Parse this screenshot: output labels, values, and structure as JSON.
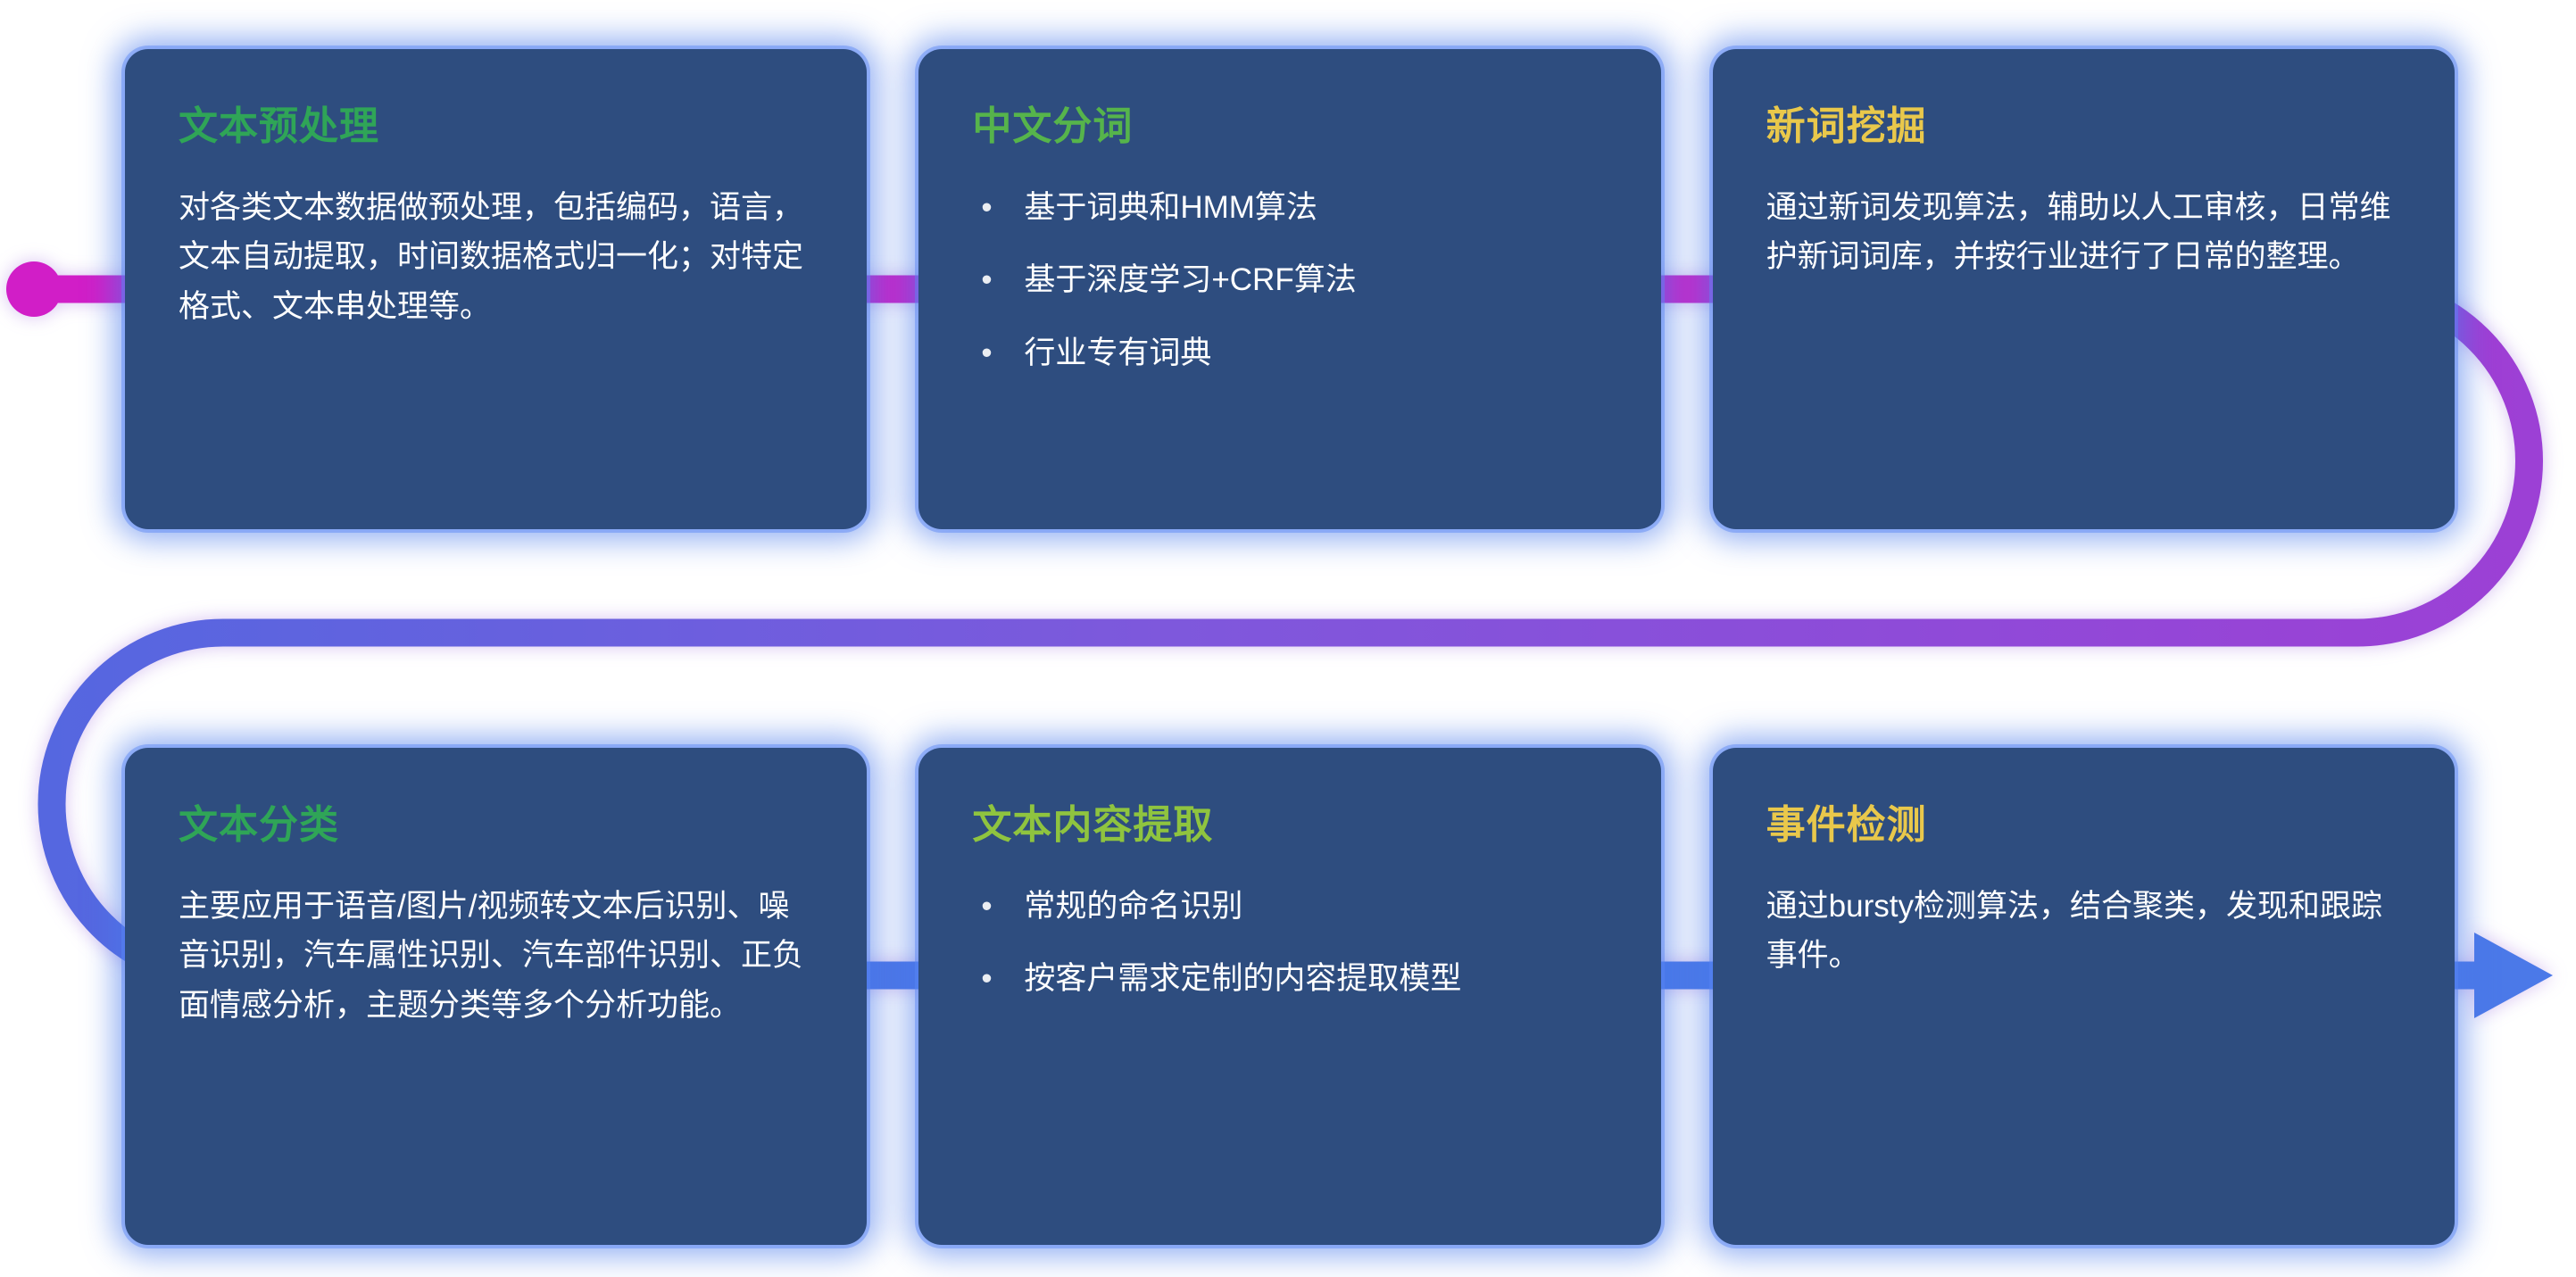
{
  "page": {
    "background": "#ffffff",
    "description_names": {
      "start_marker": "flow-start-dot",
      "end_marker": "flow-end-arrow"
    }
  },
  "flow": {
    "colors": {
      "magenta": "#d11ec7",
      "magenta_deep": "#c928c9",
      "purple": "#9c40d5",
      "violet": "#7e58dc",
      "blue_violet": "#5567e0",
      "blue": "#4b79e8"
    }
  },
  "card_style": {
    "background": "#2e4d7f",
    "glow": "#4c7df2",
    "text": "#ffffff"
  },
  "cards": [
    {
      "id": "text-preprocessing",
      "title": "文本预处理",
      "title_color": "#2fa557",
      "body": "对各类文本数据做预处理，包括编码，语言，文本自动提取，时间数据格式归一化；对特定格式、文本串处理等。"
    },
    {
      "id": "chinese-word-segmentation",
      "title": "中文分词",
      "title_color": "#56b44b",
      "bullets": [
        "基于词典和HMM算法",
        "基于深度学习+CRF算法",
        "行业专有词典"
      ]
    },
    {
      "id": "new-word-mining",
      "title": "新词挖掘",
      "title_color": "#e9c84b",
      "body": "通过新词发现算法，辅助以人工审核，日常维护新词词库，并按行业进行了日常的整理。"
    },
    {
      "id": "text-classification",
      "title": "文本分类",
      "title_color": "#2fa557",
      "body": "主要应用于语音/图片/视频转文本后识别、噪音识别，汽车属性识别、汽车部件识别、正负面情感分析，主题分类等多个分析功能。"
    },
    {
      "id": "text-content-extraction",
      "title": "文本内容提取",
      "title_color": "#8fc43f",
      "bullets": [
        "常规的命名识别",
        "按客户需求定制的内容提取模型"
      ]
    },
    {
      "id": "event-detection",
      "title": "事件检测",
      "title_color": "#e9c84b",
      "body": "通过bursty检测算法，结合聚类，发现和跟踪事件。"
    }
  ]
}
